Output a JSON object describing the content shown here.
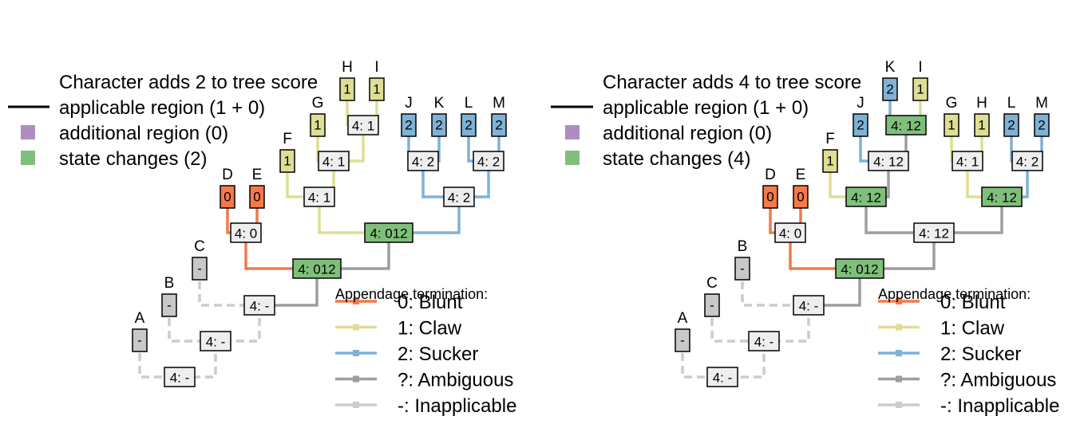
{
  "colors": {
    "state_0": "#f5794a",
    "state_1": "#dede94",
    "state_2": "#7fb2d5",
    "ambiguous": "#9e9e9e",
    "inapplicable": "#cccccc",
    "tip_inapplicable_fill": "#c8c8c8",
    "node_fill": "#eeeeee",
    "state_change": "#7fbf7b",
    "additional_region": "#af8dc3",
    "applicable_line": "#000000"
  },
  "legend_states": {
    "title": "Appendage termination:",
    "items": [
      {
        "label": "0: Blunt",
        "color_key": "state_0"
      },
      {
        "label": "1: Claw",
        "color_key": "state_1"
      },
      {
        "label": "2: Sucker",
        "color_key": "state_2"
      },
      {
        "label": "?: Ambiguous",
        "color_key": "ambiguous"
      },
      {
        "label": "-: Inapplicable",
        "color_key": "inapplicable"
      }
    ]
  },
  "trees": [
    {
      "id": "left",
      "score_text": "Character adds 2 to tree score",
      "applicable_text": "applicable region (1 + 0)",
      "additional_text": "additional region (0)",
      "changes_text": "state changes (2)",
      "tips": [
        {
          "id": "A",
          "label": "A",
          "state": "-"
        },
        {
          "id": "B",
          "label": "B",
          "state": "-"
        },
        {
          "id": "C",
          "label": "C",
          "state": "-"
        },
        {
          "id": "D",
          "label": "D",
          "state": "0"
        },
        {
          "id": "E",
          "label": "E",
          "state": "0"
        },
        {
          "id": "F",
          "label": "F",
          "state": "1"
        },
        {
          "id": "G",
          "label": "G",
          "state": "1"
        },
        {
          "id": "H",
          "label": "H",
          "state": "1"
        },
        {
          "id": "I",
          "label": "I",
          "state": "1"
        },
        {
          "id": "J",
          "label": "J",
          "state": "2"
        },
        {
          "id": "K",
          "label": "K",
          "state": "2"
        },
        {
          "id": "L",
          "label": "L",
          "state": "2"
        },
        {
          "id": "M",
          "label": "M",
          "state": "2"
        }
      ],
      "nodes": [
        {
          "id": "n1",
          "label": "4: 1",
          "children": [
            "H",
            "I"
          ],
          "change": false
        },
        {
          "id": "n2",
          "label": "4: 1",
          "children": [
            "G",
            "n1"
          ],
          "change": false
        },
        {
          "id": "n3",
          "label": "4: 1",
          "children": [
            "F",
            "n2"
          ],
          "change": false
        },
        {
          "id": "n4",
          "label": "4: 2",
          "children": [
            "J",
            "K"
          ],
          "change": false
        },
        {
          "id": "n5",
          "label": "4: 2",
          "children": [
            "L",
            "M"
          ],
          "change": false
        },
        {
          "id": "n6",
          "label": "4: 2",
          "children": [
            "n4",
            "n5"
          ],
          "change": false
        },
        {
          "id": "n7",
          "label": "4: 012",
          "children": [
            "n3",
            "n6"
          ],
          "change": true
        },
        {
          "id": "n8",
          "label": "4: 0",
          "children": [
            "D",
            "E"
          ],
          "change": false
        },
        {
          "id": "n9",
          "label": "4: 012",
          "children": [
            "n8",
            "n7"
          ],
          "change": true
        },
        {
          "id": "n10",
          "label": "4: -",
          "children": [
            "C",
            "n9"
          ],
          "change": false
        },
        {
          "id": "n11",
          "label": "4: -",
          "children": [
            "B",
            "n10"
          ],
          "change": false
        },
        {
          "id": "n12",
          "label": "4: -",
          "children": [
            "A",
            "n11"
          ],
          "change": false
        }
      ]
    },
    {
      "id": "right",
      "score_text": "Character adds 4 to tree score",
      "applicable_text": "applicable region (1 + 0)",
      "additional_text": "additional region (0)",
      "changes_text": "state changes (4)",
      "tips": [
        {
          "id": "A",
          "label": "A",
          "state": "-"
        },
        {
          "id": "C",
          "label": "C",
          "state": "-"
        },
        {
          "id": "B",
          "label": "B",
          "state": "-"
        },
        {
          "id": "D",
          "label": "D",
          "state": "0"
        },
        {
          "id": "E",
          "label": "E",
          "state": "0"
        },
        {
          "id": "F",
          "label": "F",
          "state": "1"
        },
        {
          "id": "J",
          "label": "J",
          "state": "2"
        },
        {
          "id": "K",
          "label": "K",
          "state": "2"
        },
        {
          "id": "I",
          "label": "I",
          "state": "1"
        },
        {
          "id": "G",
          "label": "G",
          "state": "1"
        },
        {
          "id": "H",
          "label": "H",
          "state": "1"
        },
        {
          "id": "L",
          "label": "L",
          "state": "2"
        },
        {
          "id": "M",
          "label": "M",
          "state": "2"
        }
      ],
      "nodes": [
        {
          "id": "n1",
          "label": "4: 12",
          "children": [
            "K",
            "I"
          ],
          "change": true
        },
        {
          "id": "n2",
          "label": "4: 12",
          "children": [
            "J",
            "n1"
          ],
          "change": false
        },
        {
          "id": "n3",
          "label": "4: 12",
          "children": [
            "F",
            "n2"
          ],
          "change": true
        },
        {
          "id": "n4",
          "label": "4: 1",
          "children": [
            "G",
            "H"
          ],
          "change": false
        },
        {
          "id": "n5",
          "label": "4: 2",
          "children": [
            "L",
            "M"
          ],
          "change": false
        },
        {
          "id": "n6",
          "label": "4: 12",
          "children": [
            "n4",
            "n5"
          ],
          "change": true
        },
        {
          "id": "n7",
          "label": "4: 12",
          "children": [
            "n3",
            "n6"
          ],
          "change": false
        },
        {
          "id": "n8",
          "label": "4: 0",
          "children": [
            "D",
            "E"
          ],
          "change": false
        },
        {
          "id": "n9",
          "label": "4: 012",
          "children": [
            "n8",
            "n7"
          ],
          "change": true
        },
        {
          "id": "n10",
          "label": "4: -",
          "children": [
            "B",
            "n9"
          ],
          "change": false
        },
        {
          "id": "n11",
          "label": "4: -",
          "children": [
            "C",
            "n10"
          ],
          "change": false
        },
        {
          "id": "n12",
          "label": "4: -",
          "children": [
            "A",
            "n11"
          ],
          "change": false
        }
      ]
    }
  ]
}
